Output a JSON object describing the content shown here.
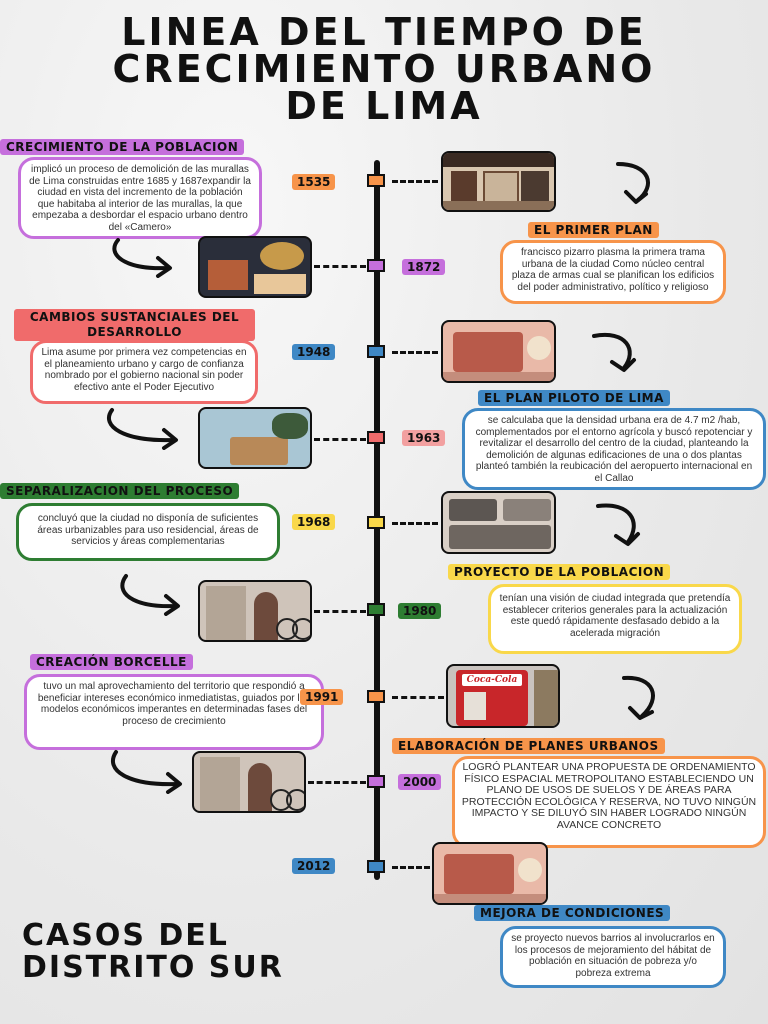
{
  "title": {
    "line1": "LINEA DEL TIEMPO DE",
    "line2": "CRECIMIENTO URBANO",
    "line3": "DE LIMA"
  },
  "events": [
    {
      "year": "1535",
      "label": "CRECIMIENTO DE LA POBLACION",
      "text": "implicó un proceso de demolición de las murallas de Lima construidas entre 1685 y 1687expandir la ciudad en vista del incremento de la población que habitaba al interior de las murallas, la que empezaba a desbordar el espacio urbano dentro del «Camero»"
    },
    {
      "year": "1872",
      "label": "EL PRIMER PLAN",
      "text": "francisco pizarro plasma la primera trama urbana de la ciudad Como núcleo central plaza de armas cual se planifican los edificios del poder administrativo, político y religioso"
    },
    {
      "year": "1948",
      "label": "CAMBIOS SUSTANCIALES DEL DESARROLLO",
      "text": "Lima asume por primera vez competencias en el planeamiento urbano y cargo de confianza nombrado por el gobierno nacional sin poder efectivo ante el Poder Ejecutivo"
    },
    {
      "year": "1963",
      "label": "EL PLAN PILOTO DE LIMA",
      "text": "se calculaba que la densidad urbana era de 4.7 m2 /hab, complementados por el entorno agrícola y  buscó repotenciar y revitalizar el desarrollo del centro de la ciudad, planteando la demolición de algunas edificaciones de una o dos plantas planteó también la reubicación del aeropuerto internacional en el Callao"
    },
    {
      "year": "1968",
      "label": "SEPARALIZACION DEL PROCESO",
      "text": "concluyó que la ciudad no disponía de suficientes áreas urbanizables para uso residencial, áreas de servicios y áreas complementarias"
    },
    {
      "year": "1980",
      "label": "PROYECTO DE LA POBLACION",
      "text": "tenían una visión de ciudad integrada que pretendía establecer criterios generales para la actualización este quedó rápidamente desfasado debido a la acelerada migración"
    },
    {
      "year": "1991",
      "label": "CREACIÓN BORCELLE",
      "text": "tuvo un mal aprovechamiento del territorio que respondió a beneficiar intereses económico inmediatistas, guiados por los modelos económicos imperantes en determinadas fases del proceso de crecimiento"
    },
    {
      "year": "2000",
      "label": "ELABORACIÓN DE PLANES URBANOS",
      "text": "LOGRÓ PLANTEAR UNA PROPUESTA DE ORDENAMIENTO FÍSICO ESPACIAL METROPOLITANO ESTABLECIENDO UN PLANO DE USOS DE SUELOS Y DE ÁREAS PARA PROTECCIÓN ECOLÓGICA Y RESERVA, NO TUVO NINGÚN IMPACTO Y SE DILUYÓ SIN HABER LOGRADO NINGÚN AVANCE CONCRETO"
    },
    {
      "year": "2012",
      "label": "MEJORA DE CONDICIONES",
      "text": "se proyecto nuevos barrios al involucrarlos en los procesos de mejoramiento del hábitat de población en situación de pobreza y/o pobreza extrema"
    }
  ],
  "photo_text": {
    "coca_cola": "Coca-Cola"
  },
  "footer": {
    "line1": "CASOS DEL",
    "line2": "DISTRITO SUR"
  },
  "colors": {
    "orange": "#f7944a",
    "purple": "#c56fdc",
    "blue": "#3f88c5",
    "red": "#f06b6b",
    "yellow": "#f9d84a",
    "green": "#2e7d32",
    "pink": "#f2a0a0"
  }
}
